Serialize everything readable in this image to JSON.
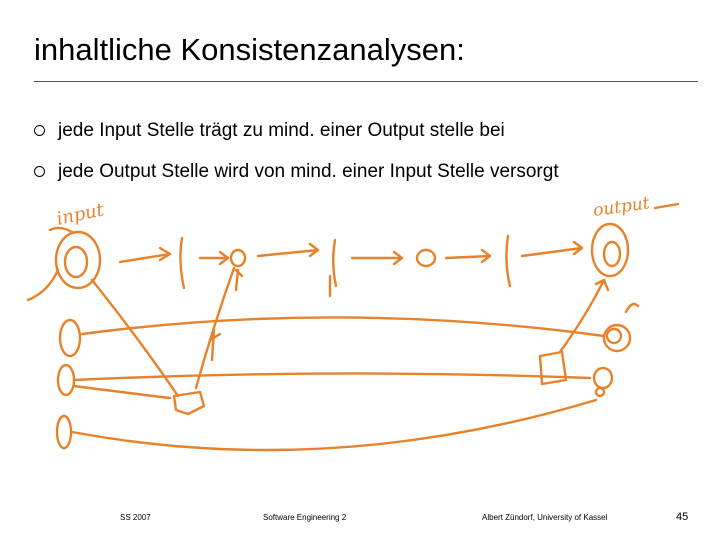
{
  "slide": {
    "title": "inhaltliche Konsistenzanalysen:",
    "bullets": [
      "jede Input Stelle trägt zu mind. einer Output stelle bei",
      "jede Output Stelle wird von mind. einer Input Stelle versorgt"
    ],
    "handwritten": {
      "left_label": "input",
      "right_label": "output"
    },
    "footer": {
      "left": "SS 2007",
      "center": "Software Engineering 2",
      "right": "Albert Zündorf, University of Kassel",
      "page": "45"
    }
  },
  "colors": {
    "annotation": "#e8822a",
    "text": "#000000",
    "rule": "#555555"
  }
}
